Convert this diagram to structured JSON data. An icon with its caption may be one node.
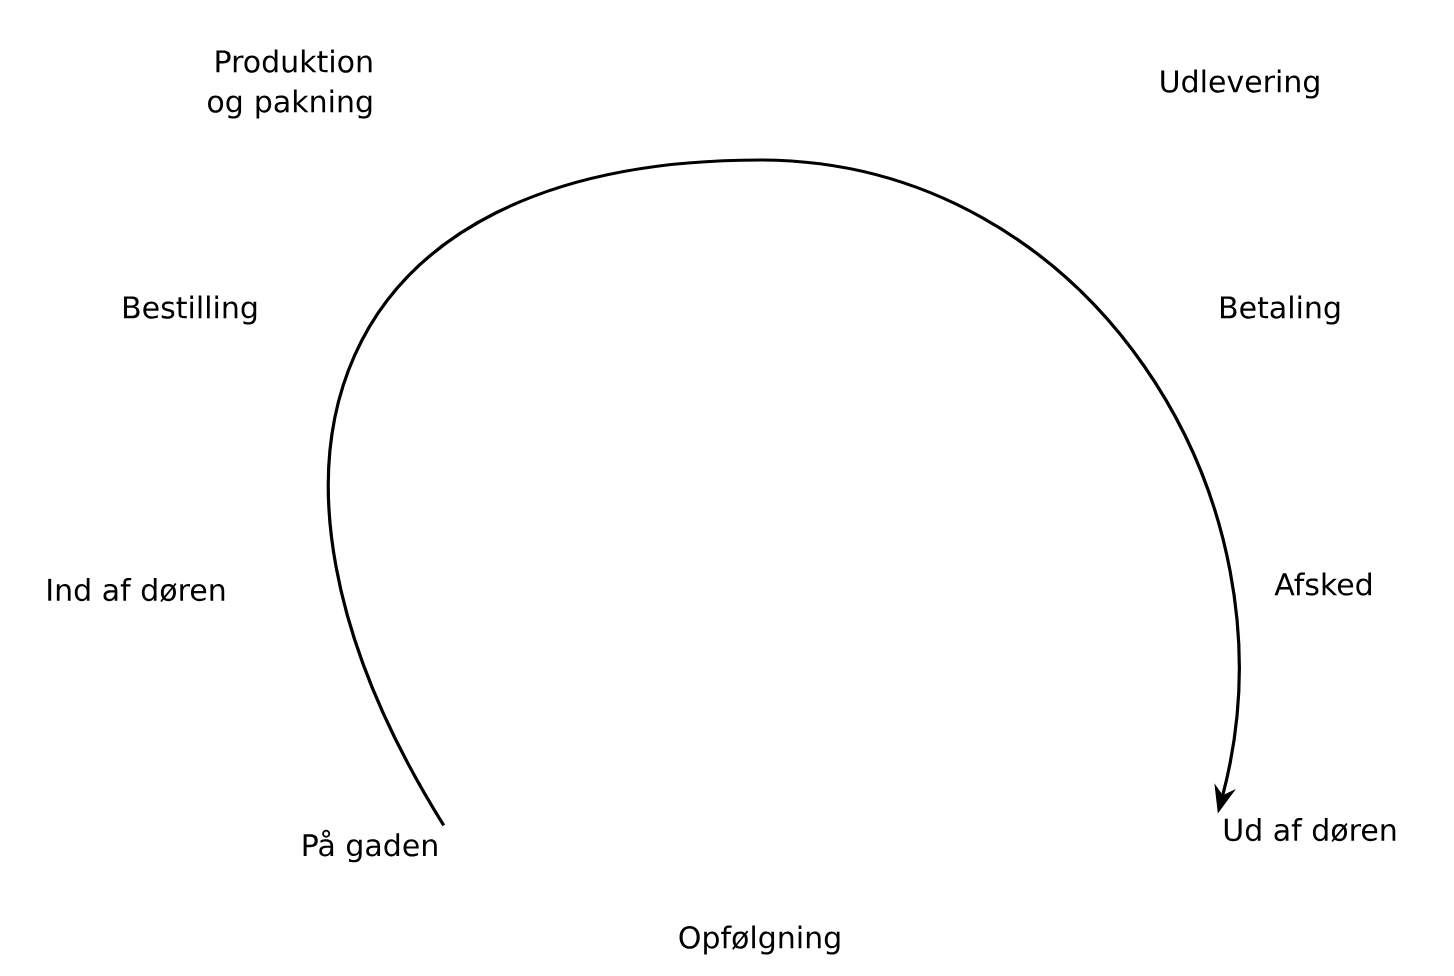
{
  "diagram": {
    "nodes": [
      {
        "text": [
          "På gaden"
        ]
      },
      {
        "text": [
          "Ud af døren"
        ]
      }
    ],
    "edges": [
      {
        "from": 0,
        "to": 1,
        "arrow": "to"
      }
    ],
    "labels": [
      "Produktion og pakning",
      "Udlevering",
      "Bestilling",
      "Betaling",
      "Ind af døren",
      "Afsked",
      "Opfølgning"
    ]
  }
}
